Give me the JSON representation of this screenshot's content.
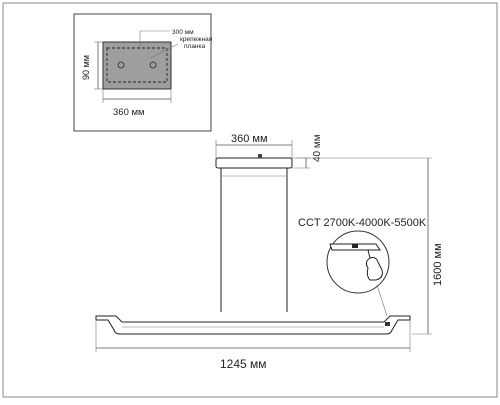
{
  "inset": {
    "label_top_size": "300 мм",
    "label_bracket_line1": "крепежная",
    "label_bracket_line2": "планка",
    "label_height": "90 мм",
    "label_width": "360 мм"
  },
  "main": {
    "label_canopy_width": "360 мм",
    "label_canopy_height": "40 мм",
    "label_cct": "CCT 2700K-4000K-5500K",
    "label_total_height": "1600 мм",
    "label_total_width": "1245 мм"
  },
  "colors": {
    "line": "#222222",
    "dim": "#555555",
    "inset_fill": "#9e9e9e"
  }
}
